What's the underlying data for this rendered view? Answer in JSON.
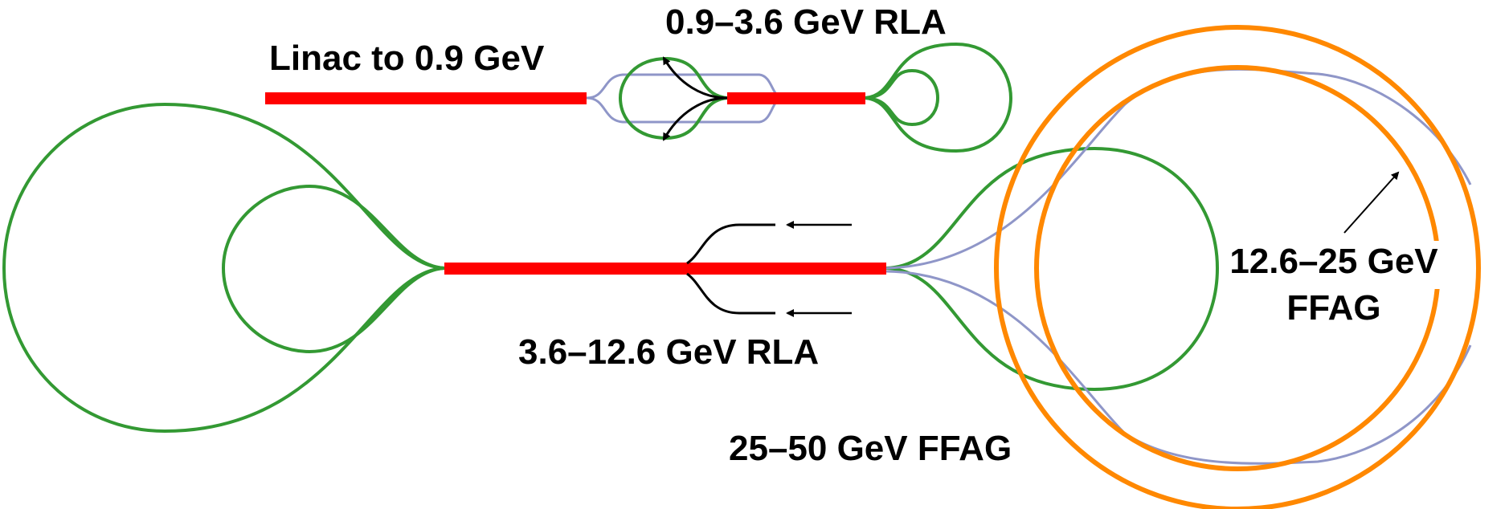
{
  "labels": {
    "linac": "Linac to 0.9 GeV",
    "rla1": "0.9–3.6 GeV RLA",
    "rla2": "3.6–12.6 GeV RLA",
    "ffag1_line1": "12.6–25 GeV",
    "ffag1_line2": "FFAG",
    "ffag2": "25–50 GeV FFAG"
  },
  "colors": {
    "linac": "#ff0000",
    "arc": "#339933",
    "ffag": "#ff8800",
    "transfer": "#8f96c8",
    "injection": "#000000"
  }
}
